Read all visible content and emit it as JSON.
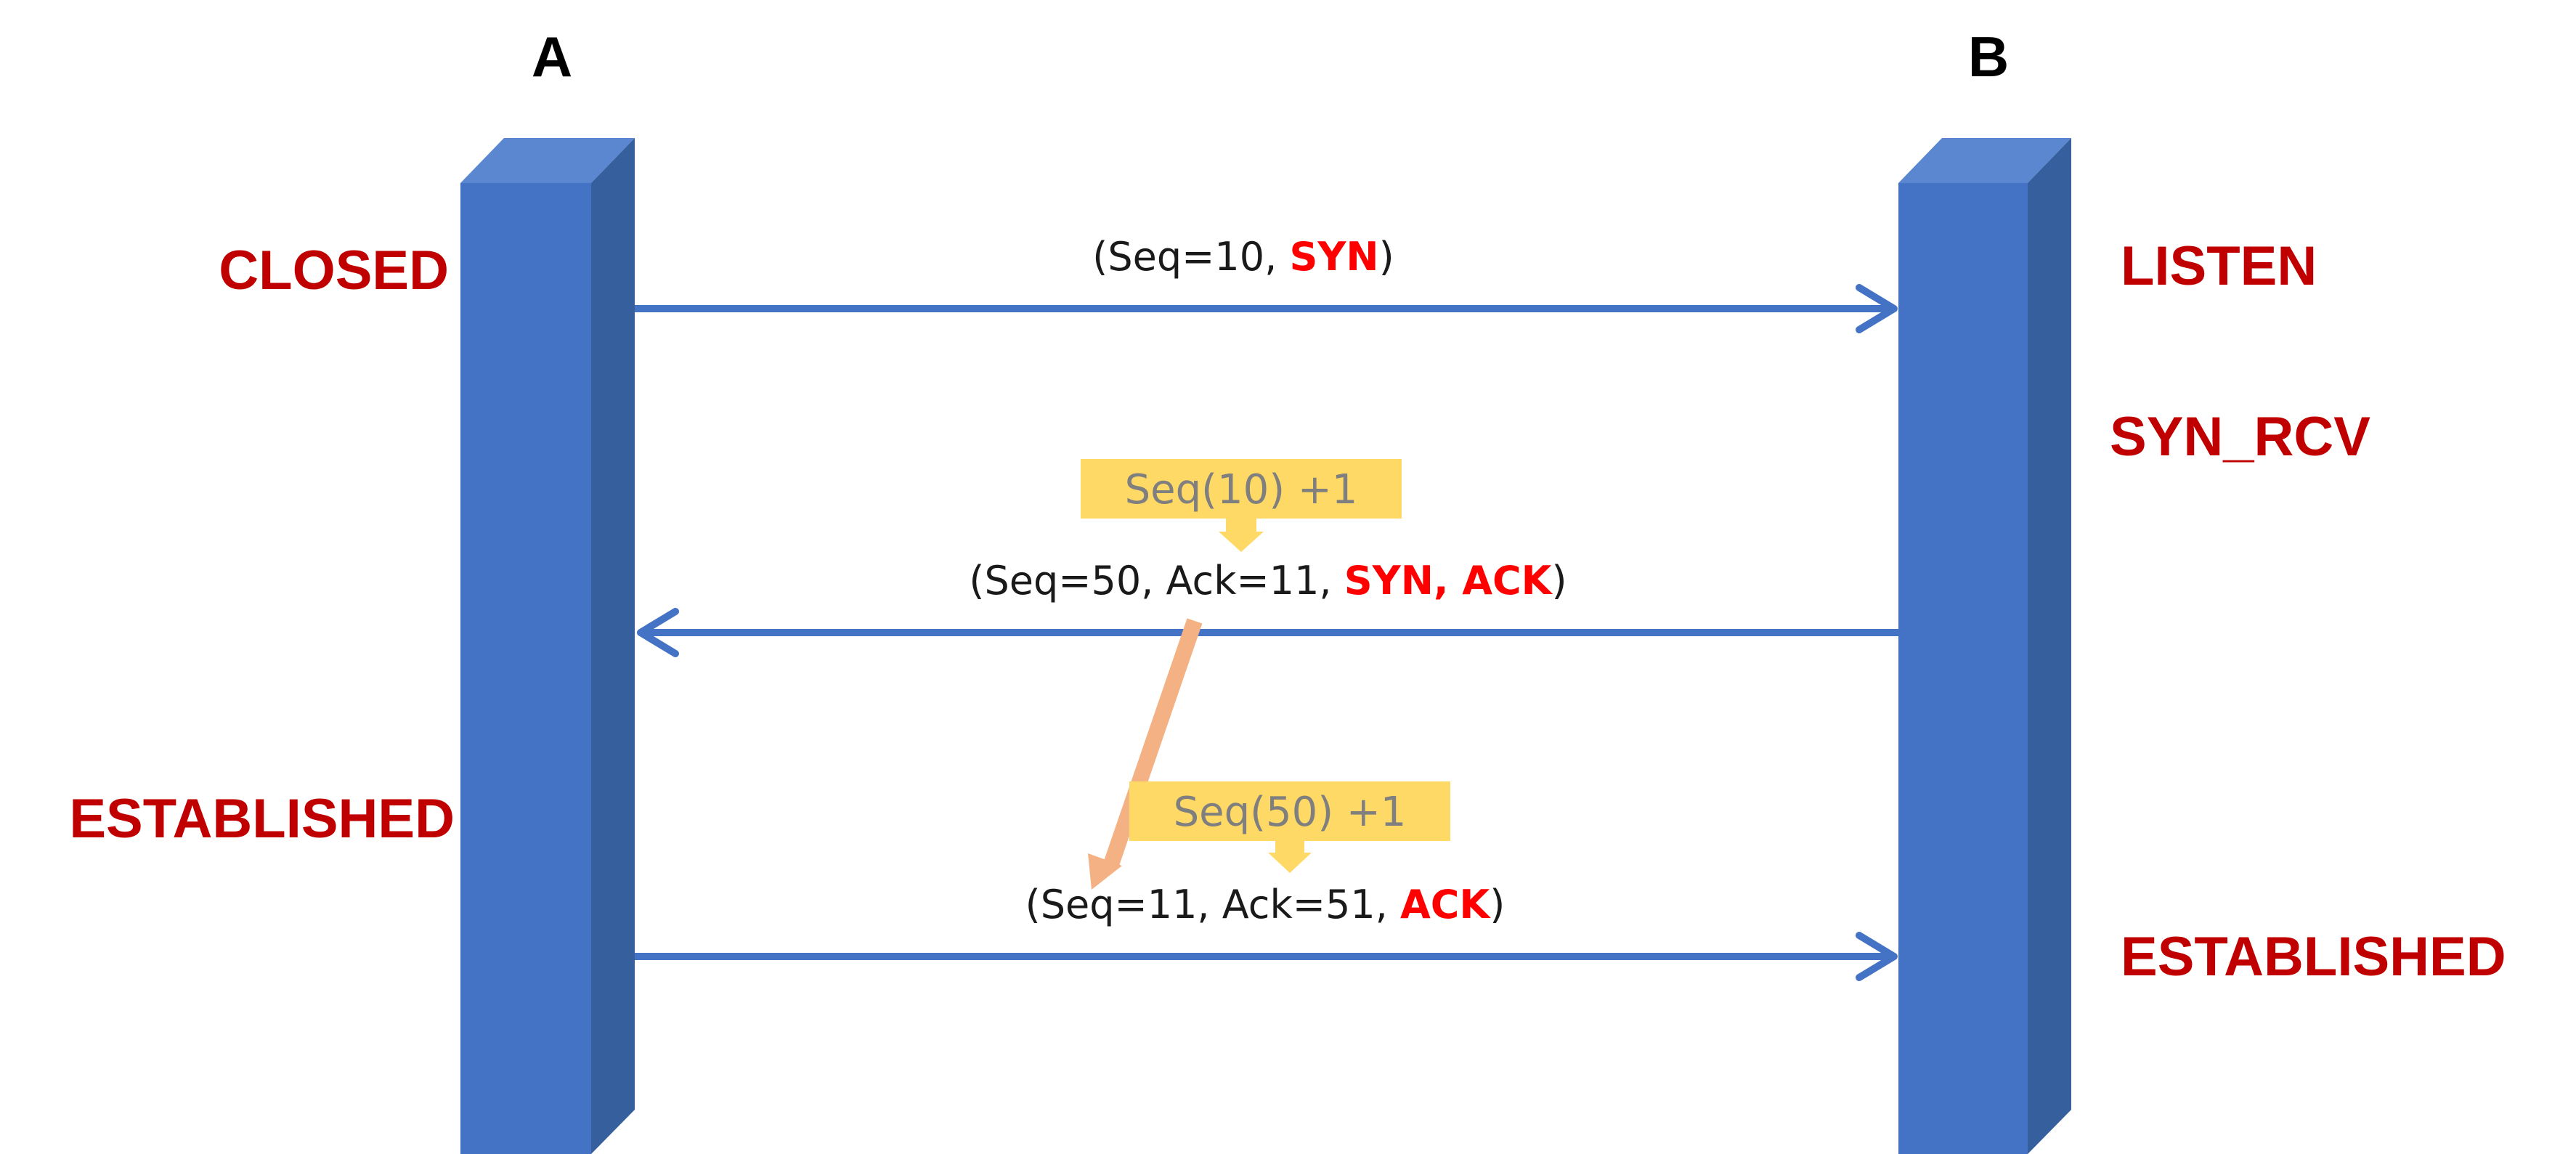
{
  "colors": {
    "pillar_front": "#4472C4",
    "pillar_top": "#5B87D1",
    "pillar_side": "#365F9E",
    "arrow": "#4472C4",
    "state_text": "#C00000",
    "flag_text": "#FF0000",
    "note_fill": "#FFD966",
    "note_text": "#7F7F7F",
    "note_arrow": "#FFD966",
    "trace_arrow": "#F4B183"
  },
  "hosts": {
    "a": {
      "label": "A"
    },
    "b": {
      "label": "B"
    }
  },
  "states": {
    "a_closed": "CLOSED",
    "a_established": "ESTABLISHED",
    "b_listen": "LISTEN",
    "b_syn_rcv": "SYN_RCV",
    "b_established": "ESTABLISHED"
  },
  "messages": [
    {
      "direction": "A to B",
      "prefix": "(Seq=10, ",
      "flags": "SYN",
      "suffix": ")"
    },
    {
      "direction": "B to A",
      "prefix": "(Seq=50, Ack=11, ",
      "flags": "SYN, ACK",
      "suffix": ")"
    },
    {
      "direction": "A to B",
      "prefix": "(Seq=11, Ack=51, ",
      "flags": "ACK",
      "suffix": ")"
    }
  ],
  "notes": [
    {
      "text": "Seq(10) +1"
    },
    {
      "text": "Seq(50) +1"
    }
  ]
}
